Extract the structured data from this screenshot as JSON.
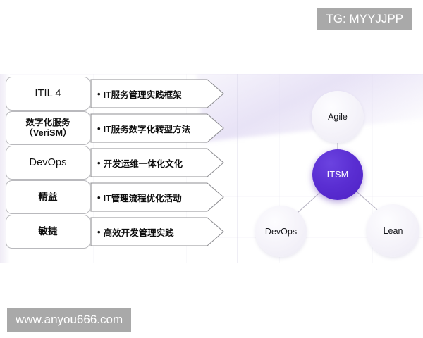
{
  "watermarks": {
    "top_right": "TG: MYYJJPP",
    "bottom_left": "www.anyou666.com"
  },
  "colors": {
    "accent_purple": "#5a2ed2",
    "node_fill": "#f4f2f9",
    "outline_gray": "#8f8f93",
    "chip_border": "#b9b9bd",
    "watermark_bg": "#a9a9a9"
  },
  "left_panel": {
    "bullet": "•",
    "rows": [
      {
        "chip": "ITIL 4",
        "chip_style": "latin",
        "desc": "IT服务管理实践框架"
      },
      {
        "chip": "数字化服务\n（VeriSM）",
        "chip_style": "two-line",
        "desc": "IT服务数字化转型方法"
      },
      {
        "chip": "DevOps",
        "chip_style": "latin",
        "desc": "开发运维一体化文化"
      },
      {
        "chip": "精益",
        "chip_style": "cjk",
        "desc": "IT管理流程优化活动"
      },
      {
        "chip": "敏捷",
        "chip_style": "cjk",
        "desc": "高效开发管理实践"
      }
    ]
  },
  "diagram": {
    "center": {
      "label": "ITSM"
    },
    "nodes": [
      {
        "label": "Agile"
      },
      {
        "label": "DevOps"
      },
      {
        "label": "Lean"
      }
    ]
  }
}
